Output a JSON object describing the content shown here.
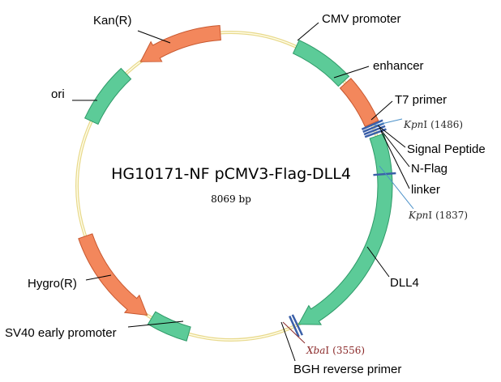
{
  "plasmid": {
    "name": "HG10171-NF pCMV3-Flag-DLL4",
    "size": "8069 bp"
  },
  "colors": {
    "backbone_outer": "#e8d98c",
    "backbone_inner": "#fffde8",
    "promoter_feature": "#5ccb98",
    "promoter_stroke": "#2e9a68",
    "resistance_feature": "#f3875c",
    "resistance_stroke": "#c8582f",
    "site_mark": "#3a5fa8",
    "kpn_text": "#2a2a2a",
    "xba_text": "#8b2a2a",
    "blue_leader": "#4a90c8"
  },
  "features": [
    {
      "name": "CMV promoter",
      "kind": "green"
    },
    {
      "name": "enhancer",
      "kind": "orange"
    },
    {
      "name": "T7 primer",
      "kind": "marker"
    },
    {
      "name": "Signal Peptide",
      "kind": "marker"
    },
    {
      "name": "N-Flag",
      "kind": "marker"
    },
    {
      "name": "linker",
      "kind": "marker"
    },
    {
      "name": "DLL4",
      "kind": "green"
    },
    {
      "name": "BGH reverse primer",
      "kind": "marker"
    },
    {
      "name": "SV40 early promoter",
      "kind": "green"
    },
    {
      "name": "Hygro(R)",
      "kind": "orange"
    },
    {
      "name": "ori",
      "kind": "green"
    },
    {
      "name": "Kan(R)",
      "kind": "orange"
    }
  ],
  "restriction_sites": [
    {
      "enzyme": "Kpn",
      "suffix": "I",
      "position": "(1486)"
    },
    {
      "enzyme": "Kpn",
      "suffix": "I",
      "position": "(1837)"
    },
    {
      "enzyme": "Xba",
      "suffix": "I",
      "position": "(3556)"
    }
  ]
}
